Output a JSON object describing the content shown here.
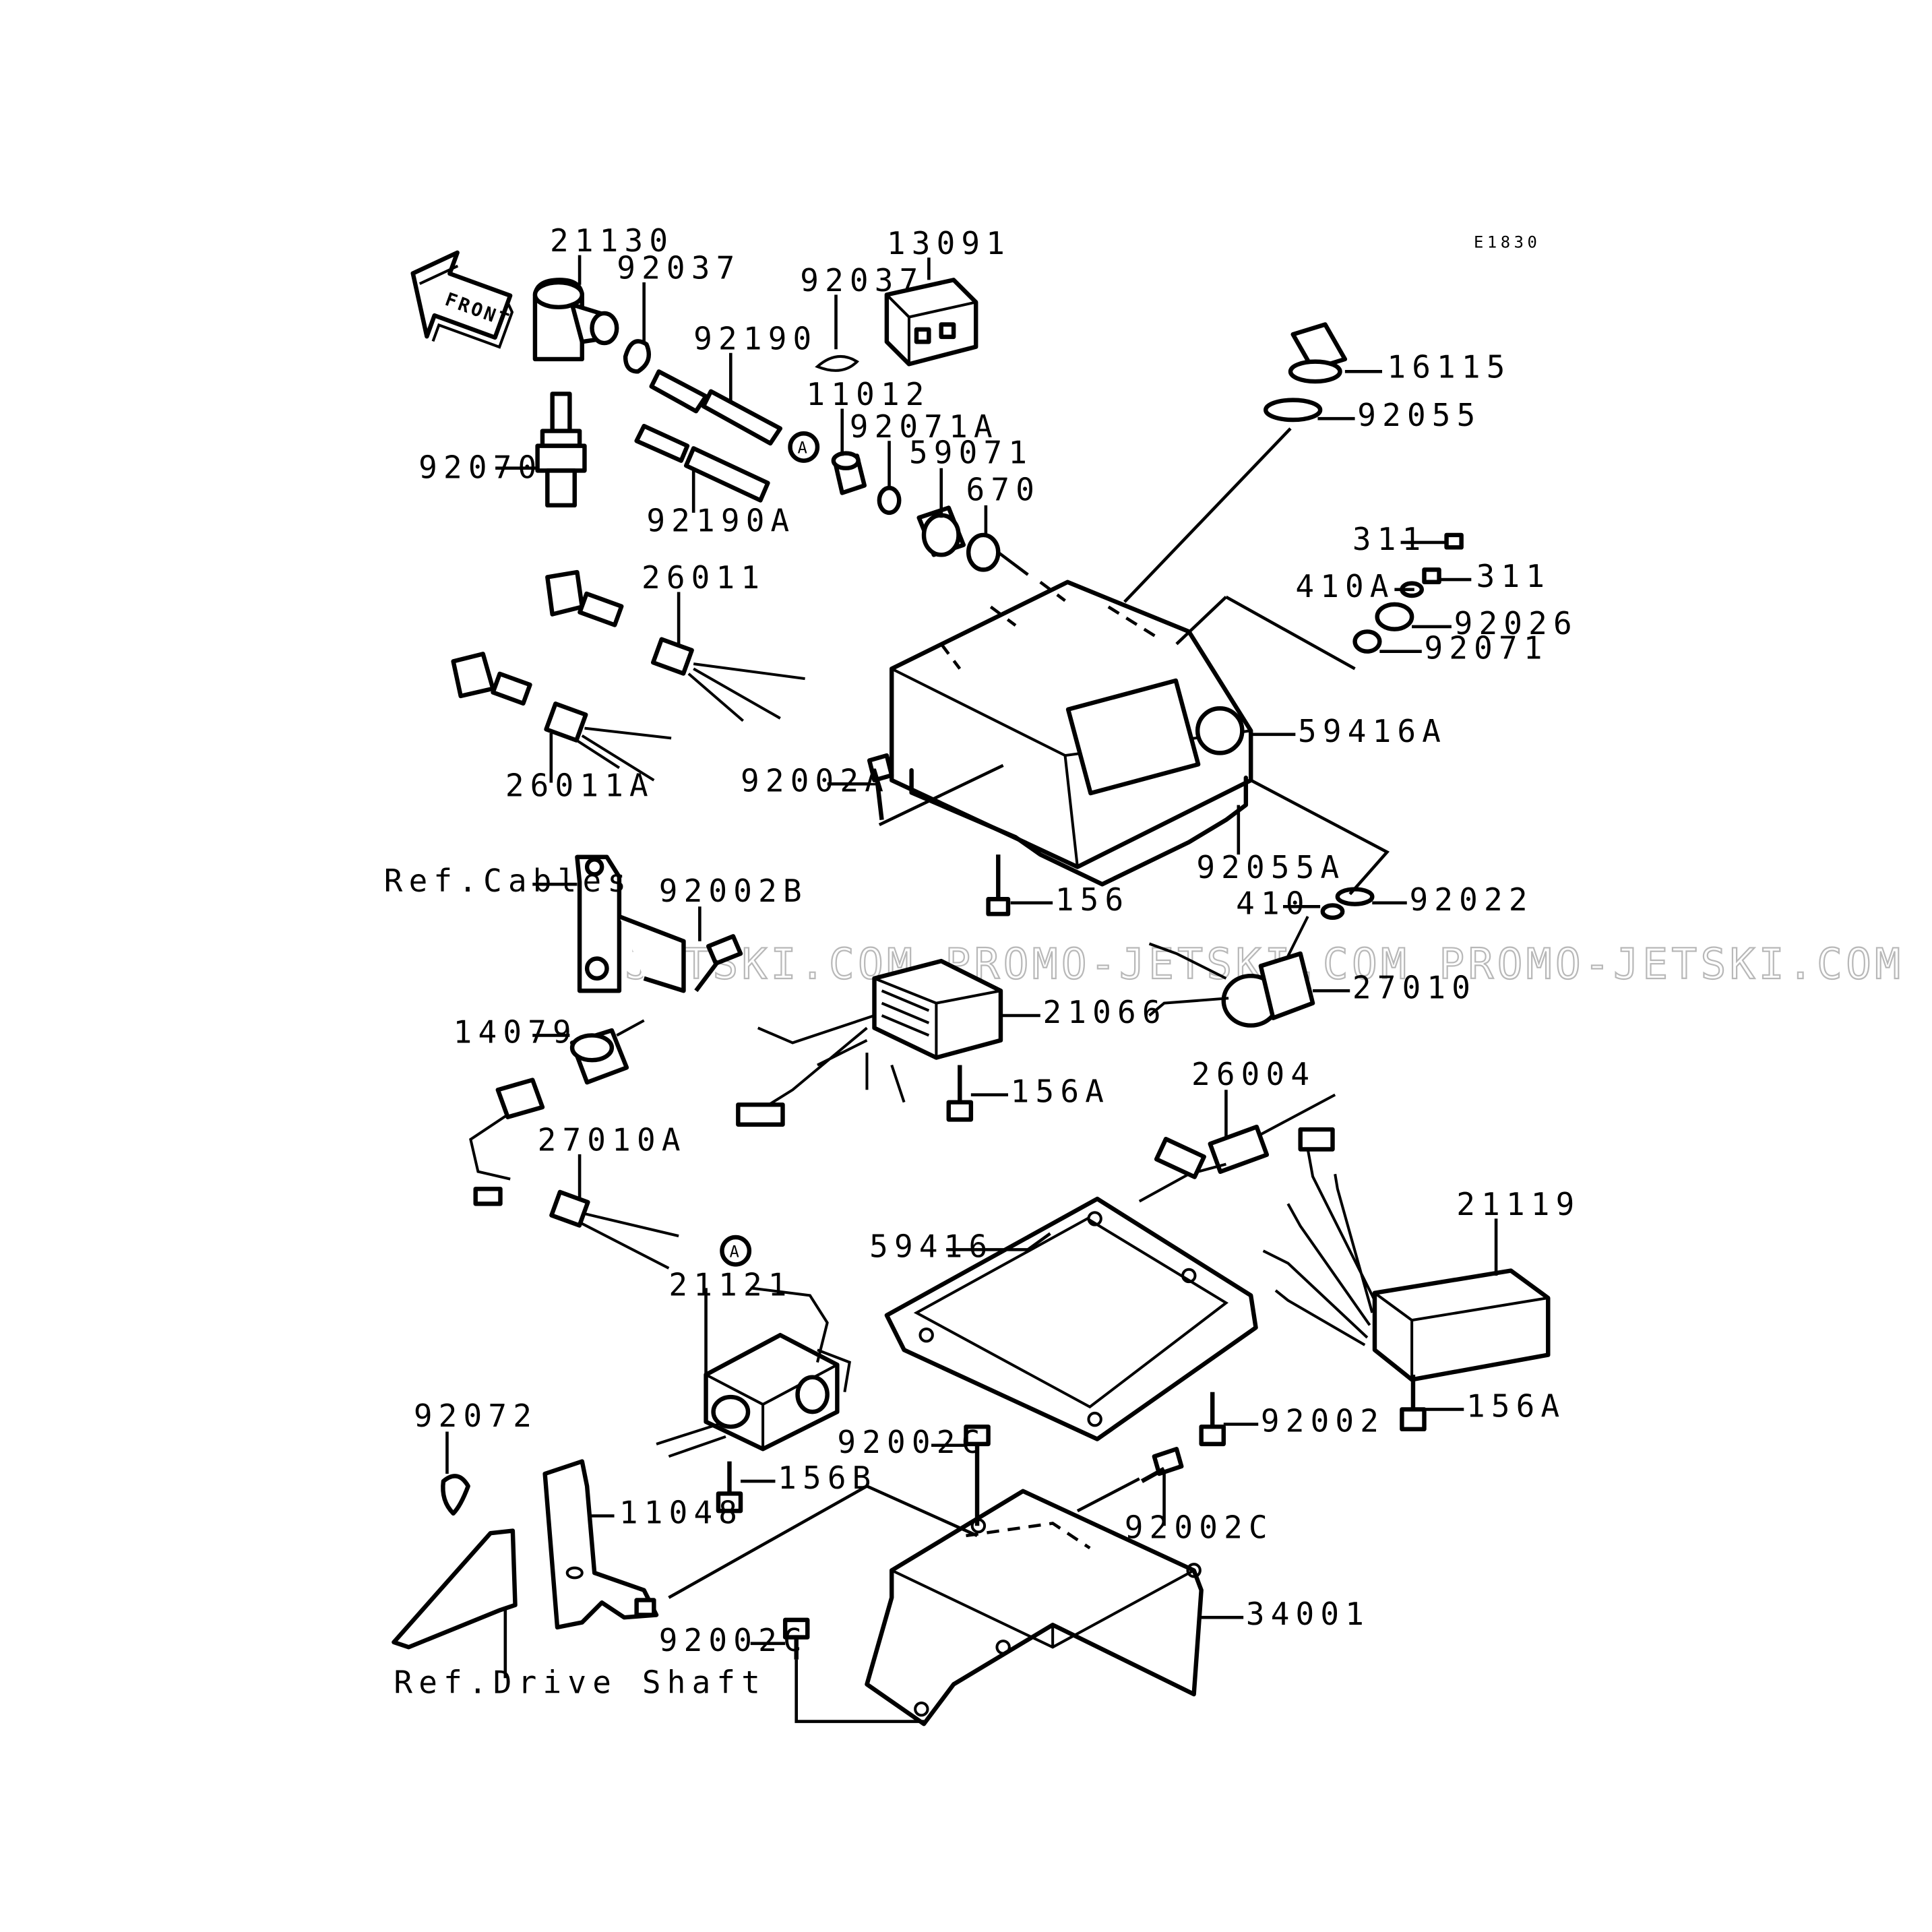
{
  "diagram_code": "E1830",
  "front_arrow_label": "FRONT",
  "watermark": "JETSKI.COM  PROMO-JETSKI.COM  PROMO-JETSKI.COM",
  "callout_letter": "A",
  "parts": [
    {
      "id": "p21130",
      "number": "21130"
    },
    {
      "id": "p92037a",
      "number": "92037"
    },
    {
      "id": "p92037b",
      "number": "92037"
    },
    {
      "id": "p13091",
      "number": "13091"
    },
    {
      "id": "p92190",
      "number": "92190"
    },
    {
      "id": "p11012",
      "number": "11012"
    },
    {
      "id": "p92070",
      "number": "92070"
    },
    {
      "id": "p92071A",
      "number": "92071A"
    },
    {
      "id": "p59071",
      "number": "59071"
    },
    {
      "id": "p670",
      "number": "670"
    },
    {
      "id": "p92190A",
      "number": "92190A"
    },
    {
      "id": "p16115",
      "number": "16115"
    },
    {
      "id": "p92055",
      "number": "92055"
    },
    {
      "id": "p311a",
      "number": "311"
    },
    {
      "id": "p311b",
      "number": "311"
    },
    {
      "id": "p410A",
      "number": "410A"
    },
    {
      "id": "p92026",
      "number": "92026"
    },
    {
      "id": "p92071",
      "number": "92071"
    },
    {
      "id": "p26011",
      "number": "26011"
    },
    {
      "id": "p26011A",
      "number": "26011A"
    },
    {
      "id": "p59416A",
      "number": "59416A"
    },
    {
      "id": "p92002A",
      "number": "92002A"
    },
    {
      "id": "p92055A",
      "number": "92055A"
    },
    {
      "id": "p156",
      "number": "156"
    },
    {
      "id": "p410",
      "number": "410"
    },
    {
      "id": "p92022",
      "number": "92022"
    },
    {
      "id": "pRefCables",
      "number": "Ref.Cables"
    },
    {
      "id": "p92002B",
      "number": "92002B"
    },
    {
      "id": "p27010",
      "number": "27010"
    },
    {
      "id": "p21066",
      "number": "21066"
    },
    {
      "id": "p14079",
      "number": "14079"
    },
    {
      "id": "p156A1",
      "number": "156A"
    },
    {
      "id": "p26004",
      "number": "26004"
    },
    {
      "id": "p27010A",
      "number": "27010A"
    },
    {
      "id": "p21119",
      "number": "21119"
    },
    {
      "id": "p59416",
      "number": "59416"
    },
    {
      "id": "p21121",
      "number": "21121"
    },
    {
      "id": "p156A2",
      "number": "156A"
    },
    {
      "id": "p92072",
      "number": "92072"
    },
    {
      "id": "p92002C1",
      "number": "92002C"
    },
    {
      "id": "p92002",
      "number": "92002"
    },
    {
      "id": "p156B",
      "number": "156B"
    },
    {
      "id": "p11048",
      "number": "11048"
    },
    {
      "id": "p92002C2",
      "number": "92002C"
    },
    {
      "id": "p34001",
      "number": "34001"
    },
    {
      "id": "p92002C3",
      "number": "92002C"
    },
    {
      "id": "pRefDrive",
      "number": "Ref.Drive Shaft"
    }
  ]
}
